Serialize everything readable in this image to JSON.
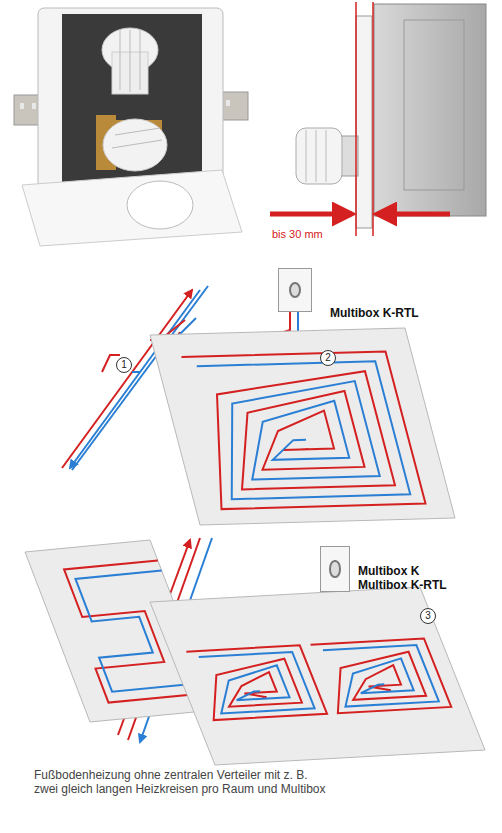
{
  "diagram": {
    "caption": "Fußbodenheizung ohne zentralen Verteiler mit z. B. zwei gleich langen Heizkreisen pro Raum und Multibox",
    "nodes": [
      {
        "text": [
          "Multibox K-RTL"
        ]
      },
      {
        "text": [
          "Multibox K",
          "Multibox K-RTL"
        ]
      }
    ],
    "labels": [
      "bis 30 mm",
      "1",
      "2",
      "3"
    ]
  }
}
